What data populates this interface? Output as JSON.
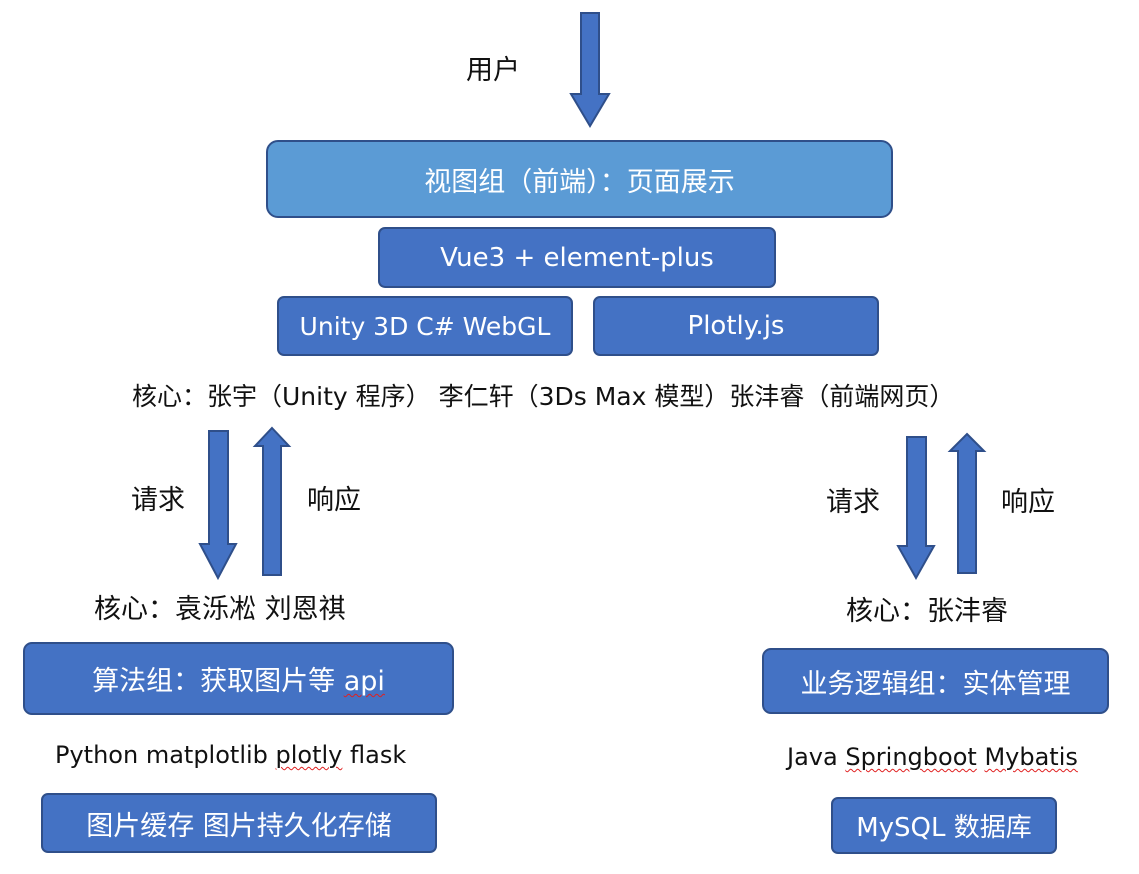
{
  "labels": {
    "user": "用户",
    "core_front": "核心：张宇（Unity 程序） 李仁轩（3Ds Max 模型）张沣睿（前端网页）",
    "request_left": "请求",
    "response_left": "响应",
    "request_right": "请求",
    "response_right": "响应",
    "core_algo": "核心：袁泺凇 刘恩祺",
    "core_logic": "核心：张沣睿",
    "algo_tech_a": "Python matplotlib ",
    "algo_tech_b": "plotly",
    "algo_tech_c": " flask",
    "logic_tech_a": "Java ",
    "logic_tech_b": "Springboot",
    "logic_tech_c": " ",
    "logic_tech_d": "Mybatis"
  },
  "boxes": {
    "view_group": "视图组（前端）：页面展示",
    "vue": "Vue3 + element-plus",
    "unity": "Unity 3D C# WebGL",
    "plotly": "Plotly.js",
    "algo_group_a": "算法组：获取图片等 ",
    "algo_group_b": "api",
    "image_cache": "图片缓存 图片持久化存储",
    "logic_group": "业务逻辑组：实体管理",
    "mysql": "MySQL 数据库"
  },
  "colors": {
    "box_dark": "#4472c4",
    "box_light": "#5b9bd5",
    "border": "#2f4f8a",
    "arrow": "#4472c4",
    "spell_underline": "#e02020"
  }
}
